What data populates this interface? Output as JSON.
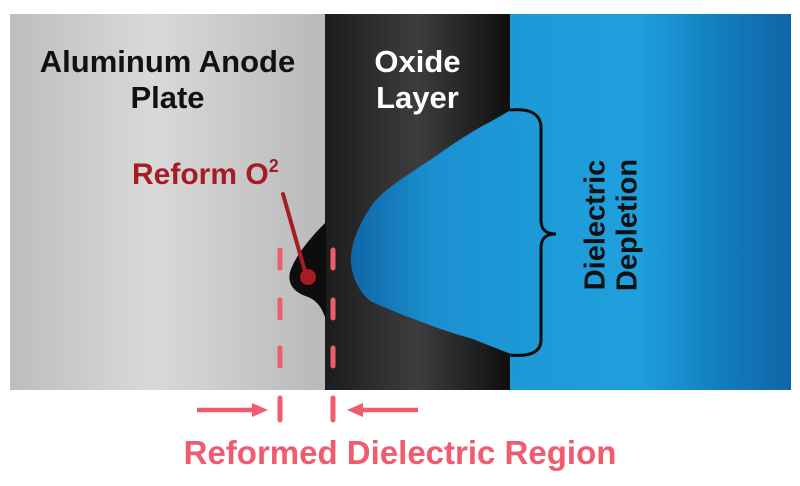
{
  "labels": {
    "anode": "Aluminum Anode Plate",
    "anode_line1": "Aluminum Anode",
    "anode_line2": "Plate",
    "oxide_line1": "Oxide",
    "oxide_line2": "Layer",
    "reform": "Reform O",
    "reform_superscript": "2",
    "depletion_line1": "Dielectric",
    "depletion_line2": "Depletion",
    "reformed_region": "Reformed Dielectric Region"
  },
  "colors": {
    "anode_gray": "#c8c8c8",
    "oxide_black": "#2b2b2b",
    "electrolyte_blue": "#1e9cd7",
    "electrolyte_blue_dark": "#0f68a8",
    "reform_red": "#a51c24",
    "region_pink": "#ef5b6f",
    "text_dark": "#111111",
    "text_light": "#ffffff"
  },
  "icons": {
    "left_arrow": "arrow-right-icon",
    "right_arrow": "arrow-left-icon",
    "brace": "curly-brace-icon"
  }
}
